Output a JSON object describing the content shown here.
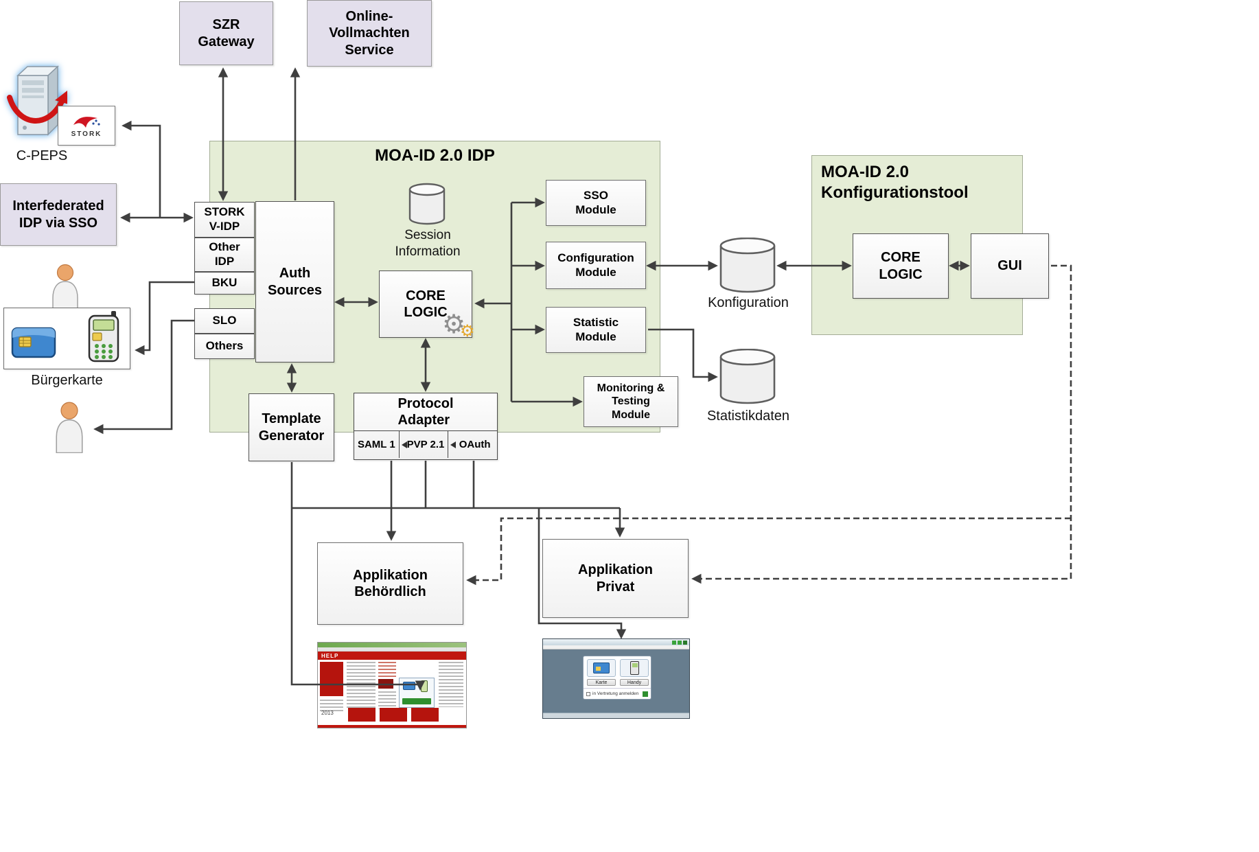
{
  "external": {
    "szr_gateway": "SZR\nGateway",
    "online_vollmachten": "Online-\nVollmachten\nService",
    "c_peps": "C-PEPS",
    "stork_badge": "STORK",
    "interfederated_idp": "Interfederated\nIDP via SSO",
    "buergerkarte": "Bürgerkarte"
  },
  "idp": {
    "title": "MOA-ID 2.0 IDP",
    "stork_vidp": "STORK\nV-IDP",
    "other_idp": "Other\nIDP",
    "bku": "BKU",
    "slo": "SLO",
    "others": "Others",
    "auth_sources": "Auth\nSources",
    "session_information": "Session\nInformation",
    "core_logic": "CORE\nLOGIC",
    "sso_module": "SSO\nModule",
    "configuration_module": "Configuration\nModule",
    "statistic_module": "Statistic\nModule",
    "monitoring_module": "Monitoring &\nTesting\nModule",
    "template_generator": "Template\nGenerator",
    "protocol_adapter": "Protocol\nAdapter",
    "protocols": [
      "SAML 1",
      "PVP 2.1",
      "OAuth"
    ]
  },
  "konfigtool": {
    "title": "MOA-ID 2.0\nKonfigurationstool",
    "core_logic": "CORE\nLOGIC",
    "gui": "GUI"
  },
  "datastores": {
    "konfiguration": "Konfiguration",
    "statistikdaten": "Statistikdaten"
  },
  "applications": {
    "behoerdlich": "Applikation\nBehördlich",
    "privat": "Applikation\nPrivat"
  },
  "screenshots": {
    "help_portal": {
      "brand": "HELP",
      "year": "2013"
    },
    "login_window": {
      "karte": "Karte",
      "handy": "Handy",
      "checkbox_label": "in Vertretung anmelden"
    }
  },
  "icons": {
    "gear": "gear",
    "database": "cylinder",
    "person": "person-silhouette",
    "card": "smartcard",
    "phone": "mobile-phone",
    "server": "server-tower",
    "stork": "stork-bird"
  },
  "colors": {
    "panel_green": "#e5edd6",
    "box_lavender": "#e3dfec",
    "arrow_gray": "#3f3f3f",
    "help_red": "#c0170f",
    "card_blue": "#3f87cf",
    "chip_gold": "#eecb4e",
    "swoosh_red": "#cf1515"
  }
}
